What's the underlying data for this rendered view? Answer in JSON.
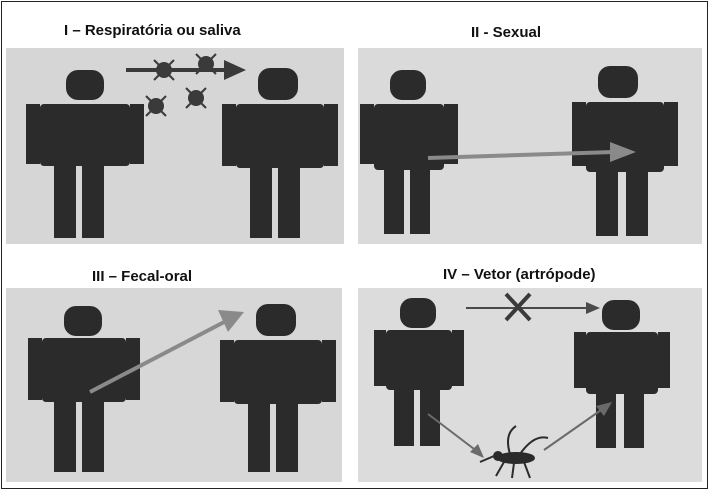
{
  "panels": [
    {
      "title": "I – Respiratória ou saliva"
    },
    {
      "title": "II - Sexual"
    },
    {
      "title": "III – Fecal-oral"
    },
    {
      "title": "IV – Vetor (artrópode)"
    }
  ],
  "colors": {
    "figure": "#2b2b2b",
    "panel_bg": "#d8d8d8",
    "arrow_gray": "#8a8a8a",
    "border": "#222222"
  },
  "icons": [
    "person-figure",
    "virus-particle",
    "mosquito",
    "cross-mark"
  ]
}
